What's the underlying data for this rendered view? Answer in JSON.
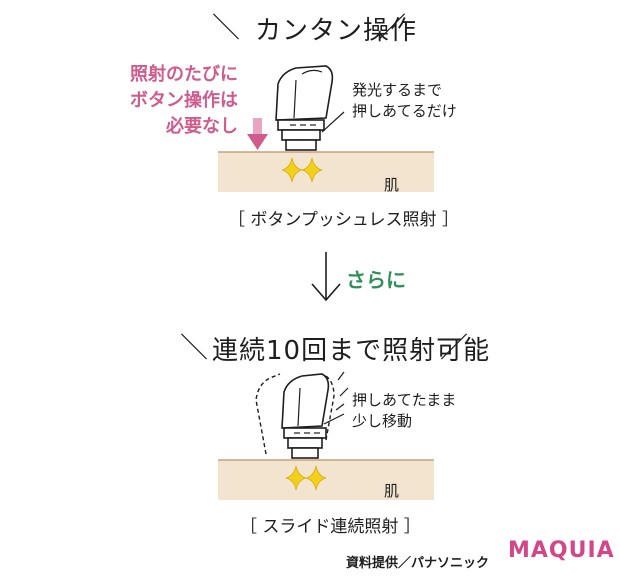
{
  "section1": {
    "title": "カンタン操作",
    "pink_note_lines": [
      "照射のたびに",
      "ボタン操作は",
      "必要なし"
    ],
    "device_note_lines": [
      "発光するまで",
      "押しあてるだけ"
    ],
    "skin_label": "肌",
    "caption": "［ ボタンプッシュレス照射 ］"
  },
  "transition": {
    "label": "さらに"
  },
  "section2": {
    "title": "連続10回まで照射可能",
    "device_note_lines": [
      "押しあてたまま",
      "少し移動"
    ],
    "skin_label": "肌",
    "caption": "［ スライド連続照射 ］"
  },
  "footer": {
    "credit": "資料提供／パナソニック",
    "brand": "MAQUIA"
  },
  "colors": {
    "skin": "#f3e4cf",
    "skin_edge": "#c9a27a",
    "sparkle": "#f3d11a",
    "pink": "#d05b8d",
    "green": "#2f8f5a"
  }
}
